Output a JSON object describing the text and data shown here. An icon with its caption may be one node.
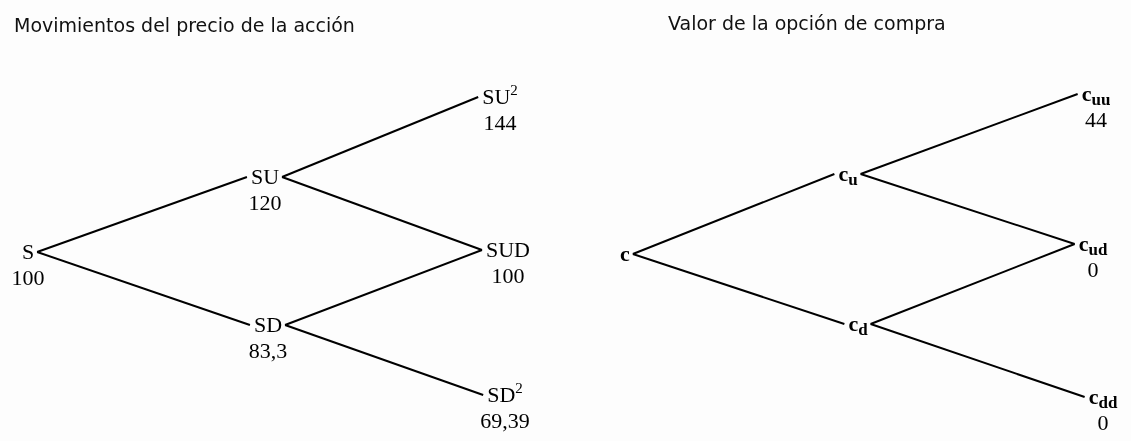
{
  "diagram": {
    "nodes": [
      {
        "text": [
          "S",
          "100"
        ]
      },
      {
        "text": [
          "SU",
          "120"
        ]
      },
      {
        "text": [
          "SD",
          "83,3"
        ]
      },
      {
        "text": [
          "SU$^{2}$",
          "144"
        ]
      },
      {
        "text": [
          "SUD",
          "100"
        ]
      },
      {
        "text": [
          "SD$^{2}$",
          "69,39"
        ]
      },
      {
        "text": [
          "c"
        ]
      },
      {
        "text": [
          "c$_{u}$"
        ]
      },
      {
        "text": [
          "c$_{d}$"
        ]
      },
      {
        "text": [
          "c$_{uu}$",
          "44"
        ]
      },
      {
        "text": [
          "c$_{ud}$",
          "0"
        ]
      },
      {
        "text": [
          "c$_{dd}$",
          "0"
        ]
      }
    ],
    "edges": [
      {
        "from": 0,
        "to": 1,
        "arrow": "none"
      },
      {
        "from": 0,
        "to": 2,
        "arrow": "none"
      },
      {
        "from": 1,
        "to": 3,
        "arrow": "none"
      },
      {
        "from": 1,
        "to": 4,
        "arrow": "none"
      },
      {
        "from": 2,
        "to": 4,
        "arrow": "none"
      },
      {
        "from": 2,
        "to": 5,
        "arrow": "none"
      },
      {
        "from": 6,
        "to": 7,
        "arrow": "none"
      },
      {
        "from": 6,
        "to": 8,
        "arrow": "none"
      },
      {
        "from": 7,
        "to": 9,
        "arrow": "none"
      },
      {
        "from": 7,
        "to": 10,
        "arrow": "none"
      },
      {
        "from": 8,
        "to": 10,
        "arrow": "none"
      },
      {
        "from": 8,
        "to": 11,
        "arrow": "none"
      }
    ],
    "labels": [
      "Movimientos del precio de la acción",
      "Valor de la opción de compra"
    ]
  }
}
